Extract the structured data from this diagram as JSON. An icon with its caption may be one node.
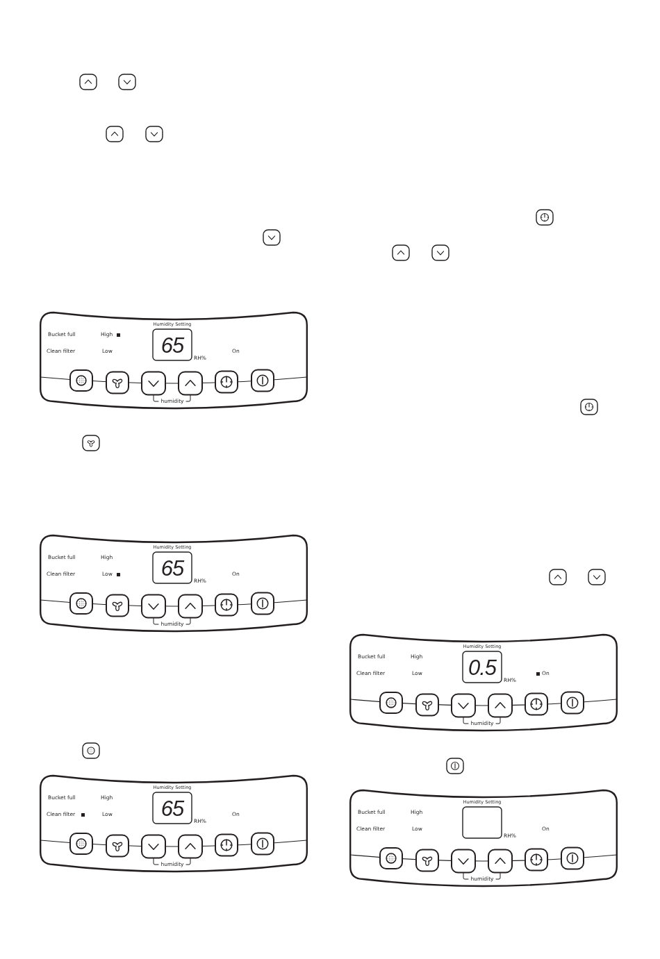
{
  "diagram": {
    "labels": [
      "Humidity Setting",
      "Bucket full",
      "High",
      "65",
      "Clean filter",
      "Low",
      "On",
      "RH%",
      "humidity",
      "Humidity Setting",
      "Bucket full",
      "High",
      "65",
      "Clean filter",
      "Low",
      "On",
      "RH%",
      "humidity",
      "Humidity Setting",
      "Bucket full",
      "High",
      "65",
      "Clean filter",
      "Low",
      "On",
      "RH%",
      "humidity",
      "Humidity Setting",
      "Bucket full",
      "High",
      "0.5",
      "Clean filter",
      "Low",
      "On",
      "RH%",
      "humidity",
      "Humidity Setting",
      "Bucket full",
      "High",
      "Clean filter",
      "Low",
      "On",
      "RH%",
      "humidity"
    ]
  }
}
